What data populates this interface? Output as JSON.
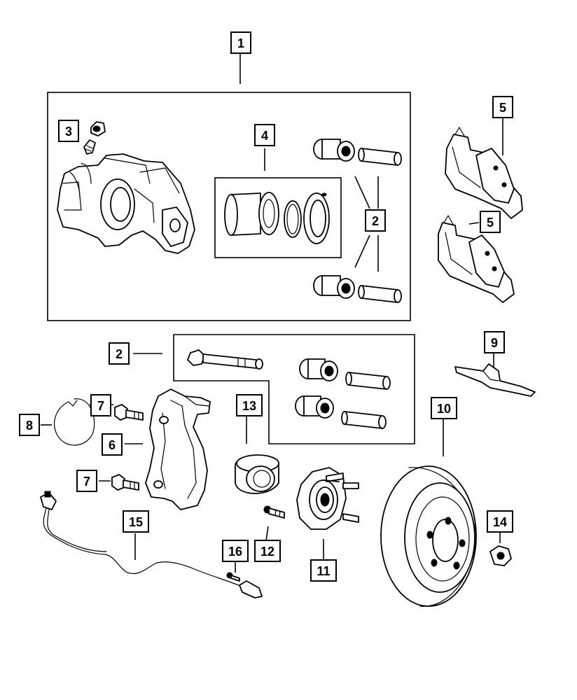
{
  "diagram": {
    "callouts": [
      {
        "id": "c1",
        "label": "1"
      },
      {
        "id": "c2a",
        "label": "2"
      },
      {
        "id": "c2b",
        "label": "2"
      },
      {
        "id": "c3",
        "label": "3"
      },
      {
        "id": "c4",
        "label": "4"
      },
      {
        "id": "c5a",
        "label": "5"
      },
      {
        "id": "c5b",
        "label": "5"
      },
      {
        "id": "c6",
        "label": "6"
      },
      {
        "id": "c7a",
        "label": "7"
      },
      {
        "id": "c7b",
        "label": "7"
      },
      {
        "id": "c8",
        "label": "8"
      },
      {
        "id": "c9",
        "label": "9"
      },
      {
        "id": "c10",
        "label": "10"
      },
      {
        "id": "c11",
        "label": "11"
      },
      {
        "id": "c12",
        "label": "12"
      },
      {
        "id": "c13",
        "label": "13"
      },
      {
        "id": "c14",
        "label": "14"
      },
      {
        "id": "c15",
        "label": "15"
      },
      {
        "id": "c16",
        "label": "16"
      }
    ],
    "colors": {
      "ink": "#000000",
      "paper": "#ffffff"
    }
  }
}
